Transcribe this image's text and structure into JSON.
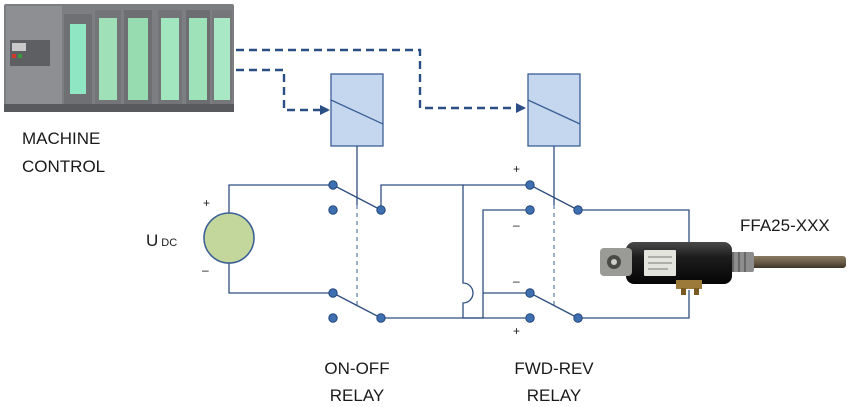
{
  "labels": {
    "machine_control_line1": "MACHINE",
    "machine_control_line2": "CONTROL",
    "voltage_main": "U",
    "voltage_sub": "DC",
    "on_off_line1": "ON-OFF",
    "on_off_line2": "RELAY",
    "fwd_rev_line1": "FWD-REV",
    "fwd_rev_line2": "RELAY",
    "actuator": "FFA25-XXX"
  },
  "polarity": {
    "source_plus": "+",
    "source_minus": "–",
    "fwd_top_plus": "+",
    "fwd_top_minus": "–",
    "fwd_bottom_minus": "–",
    "fwd_bottom_plus": "+"
  },
  "colors": {
    "wire": "#2f4f7f",
    "control_line": "#2b4f85",
    "relay_coil": "#c4d7ef",
    "source_fill": "#c3d69b",
    "plc_green": "#9fe0b8",
    "actuator_body": "#1b1b1b"
  }
}
